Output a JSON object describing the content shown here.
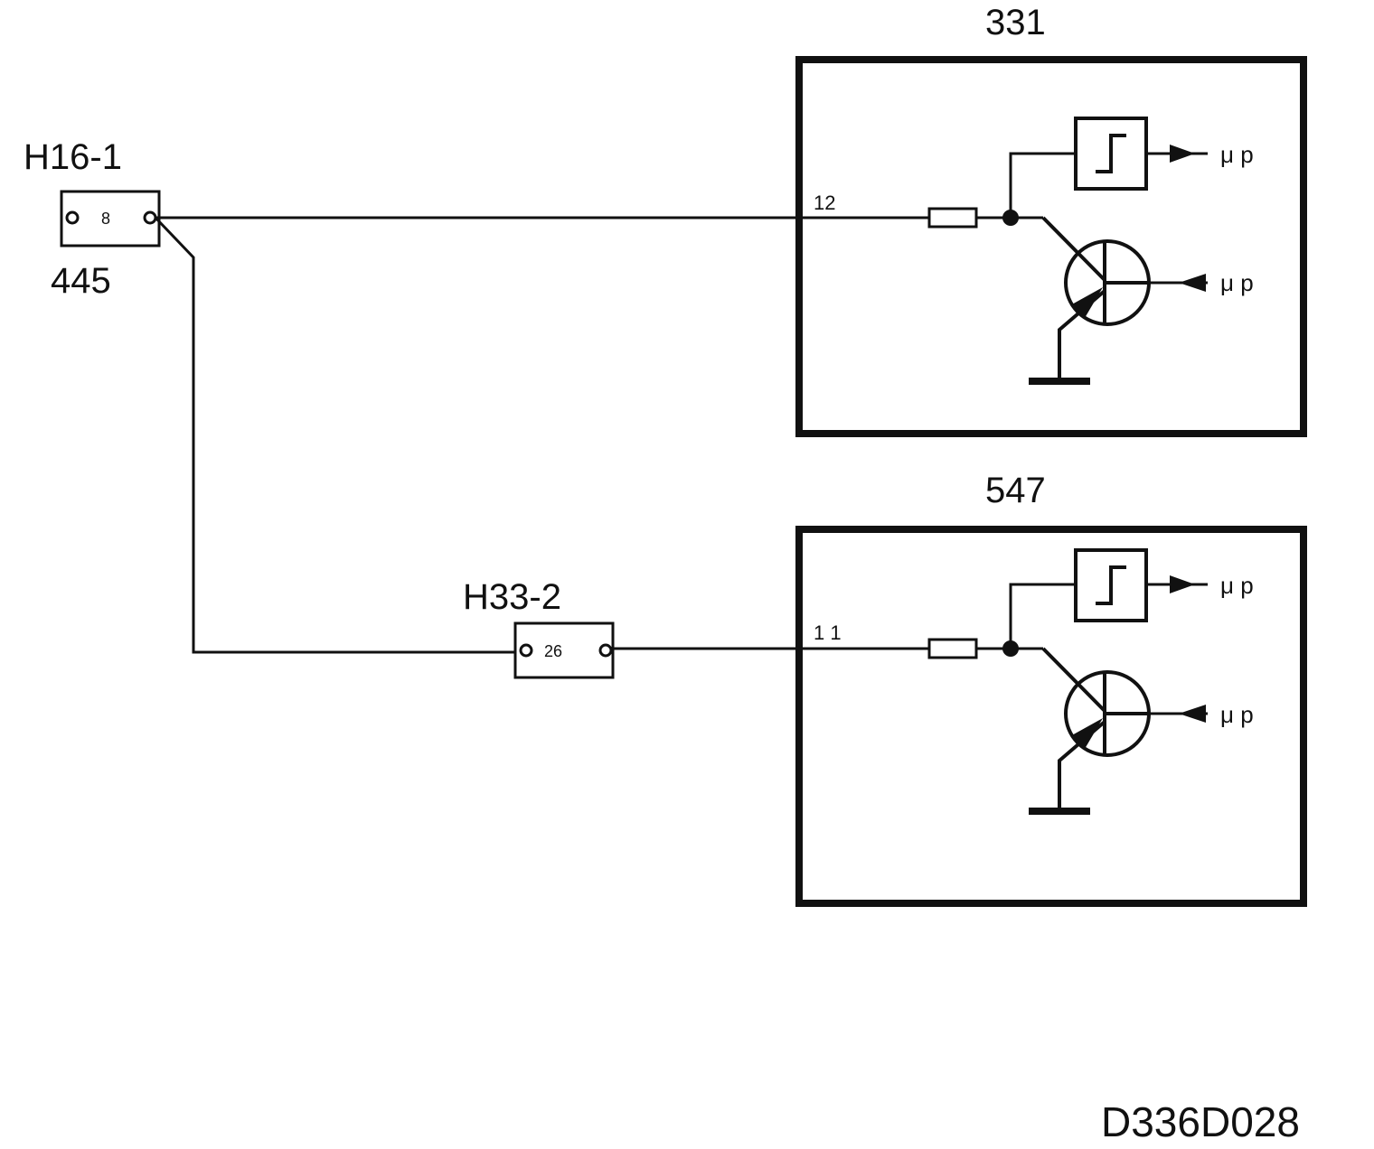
{
  "figure_code": "D336D028",
  "connectors": [
    {
      "name": "H16-1",
      "pin": "8",
      "wire": "445"
    },
    {
      "name": "H33-2",
      "pin": "26"
    }
  ],
  "modules": [
    {
      "id": "331",
      "pin": "12",
      "out_label": "μ p",
      "in_label": "μ p"
    },
    {
      "id": "547",
      "pin": "1 1",
      "out_label": "μ p",
      "in_label": "μ p"
    }
  ],
  "colors": {
    "line": "#111111",
    "background": "#ffffff"
  }
}
